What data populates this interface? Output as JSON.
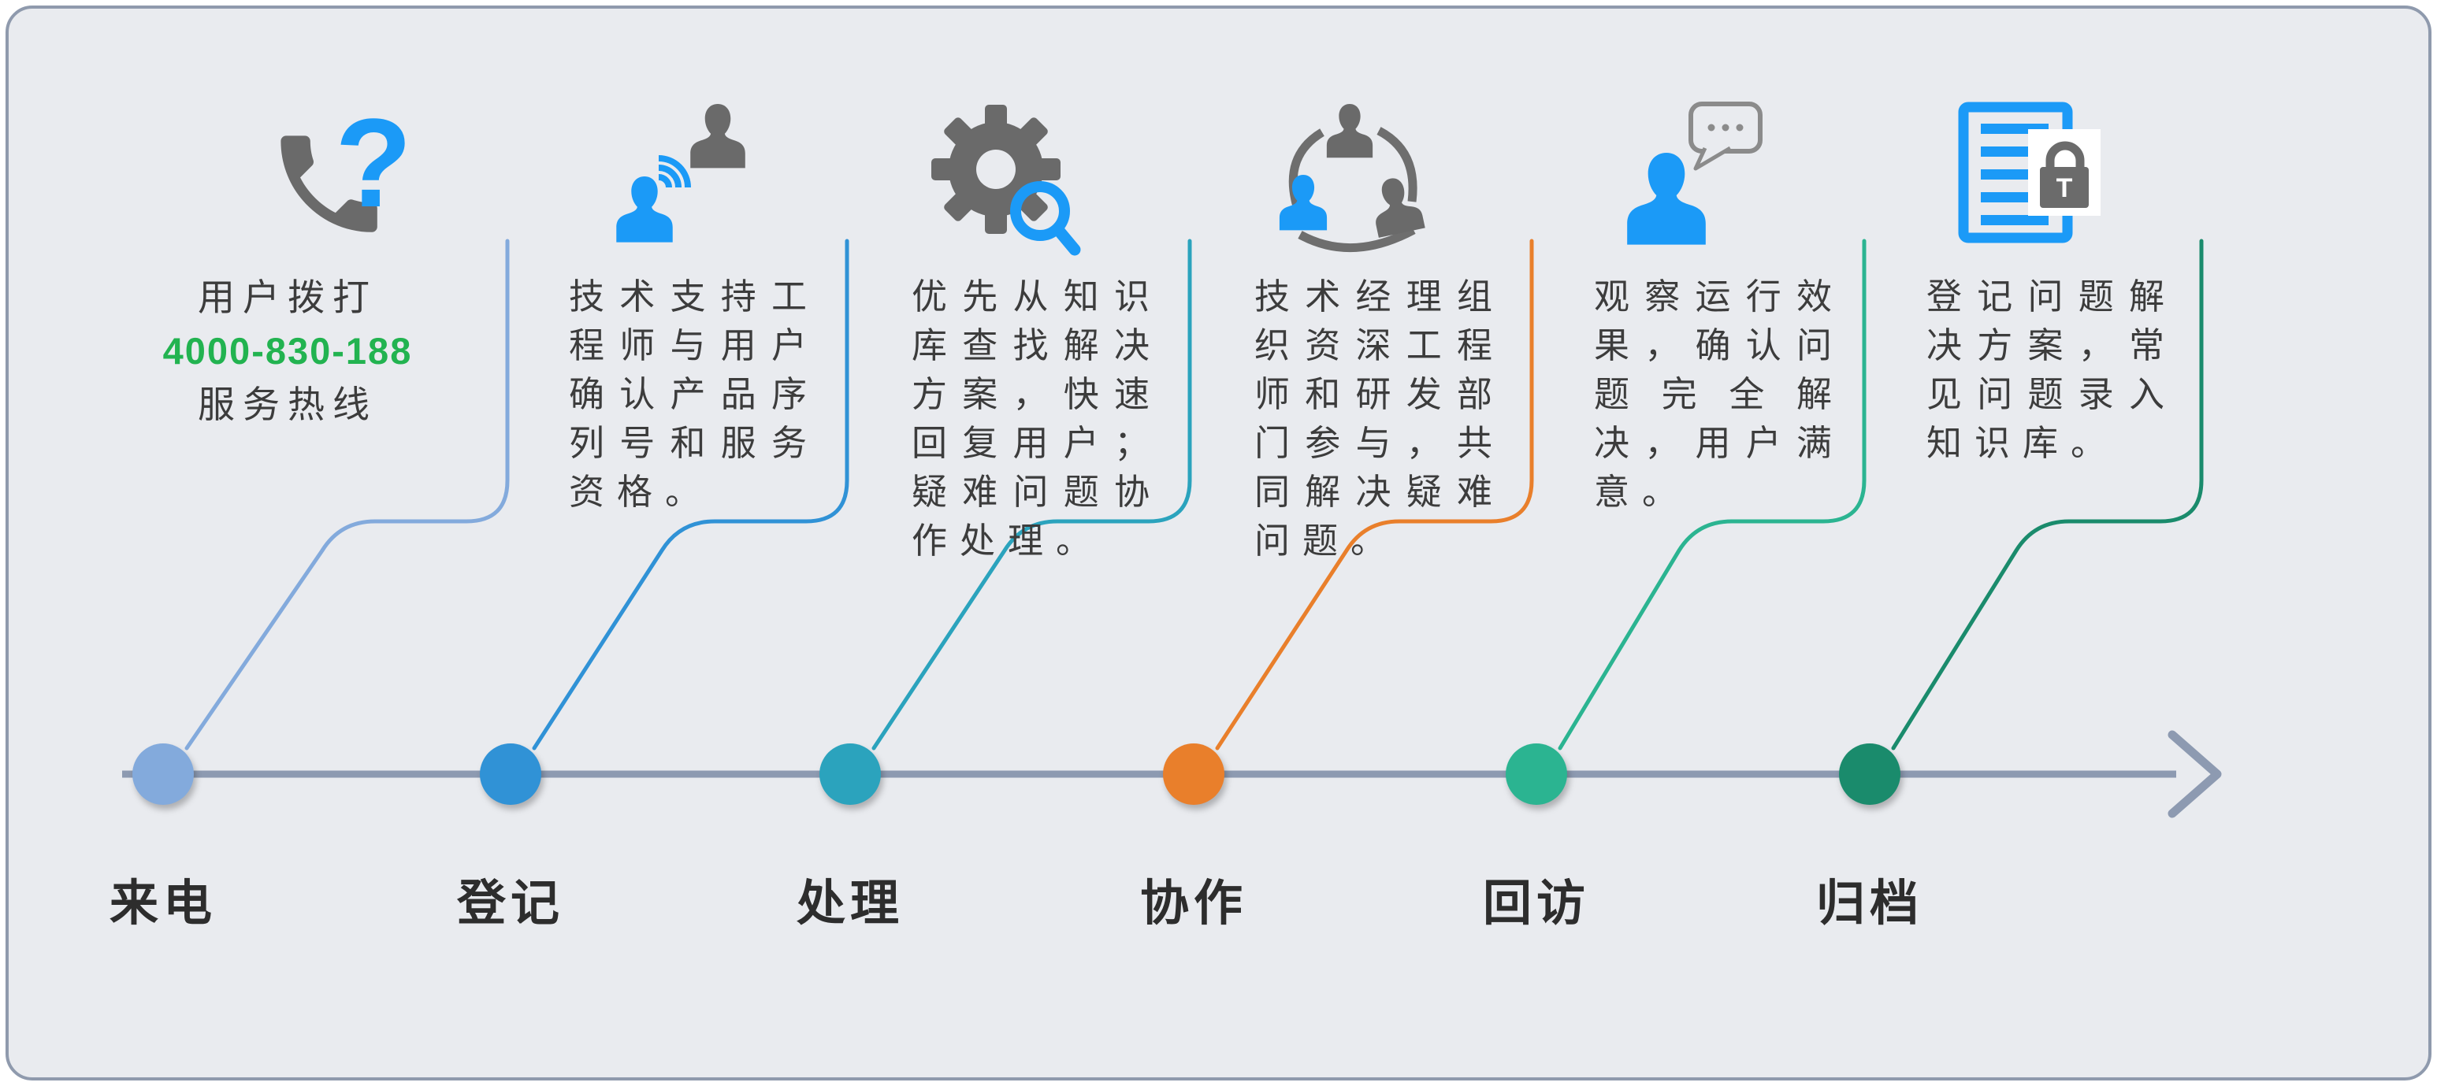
{
  "canvas": {
    "background": "#e9ebef",
    "border_color": "#8f9aad"
  },
  "palette": {
    "icon_gray": "#6a6a6a",
    "icon_blue": "#1b9af7",
    "bubble_gray": "#8b8b8b",
    "hotline_green": "#22b350",
    "body_text": "#3c3c3c",
    "label_text": "#2d2d2d",
    "timeline_gray": "#8d9ab1",
    "lock_panel": "#ffffff"
  },
  "timeline": {
    "direction": "left-to-right",
    "color": "#8d9ab1"
  },
  "steps": [
    {
      "label": "来电",
      "color": "#83aadc",
      "icon": "phone-question-icon",
      "description_top": "用户拨打",
      "hotline_number": "4000-830-188",
      "description_bottom": "服务热线"
    },
    {
      "label": "登记",
      "color": "#3092d6",
      "icon": "support-engineer-signal-icon",
      "description": "技术支持工程师与用户确认产品序列号和服务资格。"
    },
    {
      "label": "处理",
      "color": "#2ba3bd",
      "icon": "gear-search-icon",
      "description": "优先从知识库查找解决方案，快速回复用户；疑难问题协作处理。"
    },
    {
      "label": "协作",
      "color": "#e97f2b",
      "icon": "team-cycle-icon",
      "description": "技术经理组织资深工程师和研发部门参与，共同解决疑难问题。"
    },
    {
      "label": "回访",
      "color": "#2bb491",
      "icon": "person-chat-bubble-icon",
      "description": "观察运行效果，确认问题完全解决，用户满意。"
    },
    {
      "label": "归档",
      "color": "#1a8b6c",
      "icon": "document-lock-icon",
      "description": "登记问题解决方案，常见问题录入知识库。"
    }
  ]
}
